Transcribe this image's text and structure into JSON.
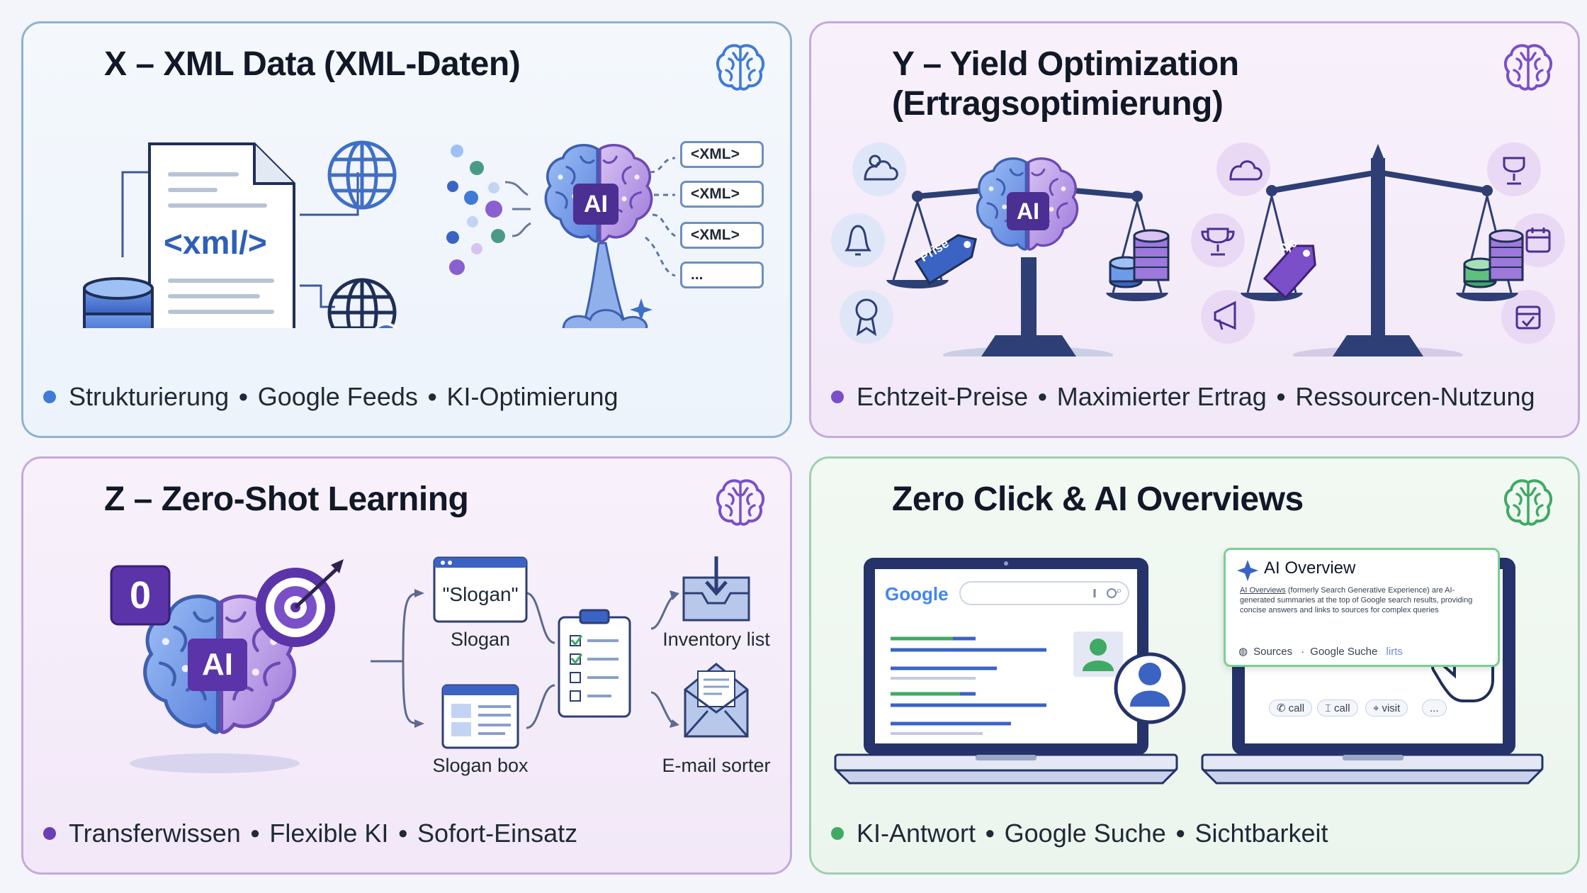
{
  "panels": {
    "x": {
      "title": "X – XML Data (XML-Daten)",
      "doc_label": "<xml/>",
      "ai_label": "AI",
      "xml_tags": [
        "<XML>",
        "<XML>",
        "<XML>",
        "..."
      ],
      "tags": [
        "Strukturierung",
        "Google Feeds",
        "KI-Optimierung"
      ],
      "accent": "#3f7bd6"
    },
    "y": {
      "title_line1": "Y – Yield Optimization",
      "title_line2": "(Ertragsoptimierung)",
      "ai_label": "AI",
      "price_tag": "Prise",
      "percent_tag": "%",
      "tags": [
        "Echtzeit-Preise",
        "Maximierter Ertrag",
        "Ressourcen-Nutzung"
      ],
      "accent": "#7a4fc7"
    },
    "z": {
      "title": "Z – Zero-Shot Learning",
      "zero_label": "0",
      "ai_label": "AI",
      "slogan_text": "\"Slogan\"",
      "captions": {
        "slogan": "Slogan",
        "slogan_box": "Slogan box",
        "inventory": "Inventory list",
        "email": "E-mail sorter"
      },
      "tags": [
        "Transferwissen",
        "Flexible KI",
        "Sofort-Einsatz"
      ],
      "accent": "#6a3fb5"
    },
    "zc": {
      "title": "Zero Click & AI Overviews",
      "google": "Google",
      "aio_title": "AI Overview",
      "aio_body_link": "AI Overviews",
      "aio_body": " (formerly Search Generative Experience) are AI-generated summaries at the top of Google search results, providing concise answers and links to sources for complex queries",
      "aio_sources": "Sources",
      "aio_google": "Google Suche",
      "aio_links": "lirts",
      "chips": [
        "call",
        "call",
        "visit",
        "..."
      ],
      "tags": [
        "KI-Antwort",
        "Google Suche",
        "Sichtbarkeit"
      ],
      "accent": "#3faa63"
    }
  },
  "icons": [
    "brain-icon",
    "database-icon",
    "globe-icon",
    "globe-plus-icon",
    "document-icon",
    "scale-icon",
    "coins-icon",
    "price-tag-icon",
    "weather-icon",
    "trophy-icon",
    "calendar-icon",
    "megaphone-icon",
    "badge-icon",
    "target-icon",
    "clipboard-icon",
    "inbox-icon",
    "envelope-icon",
    "laptop-icon",
    "user-icon",
    "cursor-hand-icon",
    "sparkle-icon"
  ]
}
